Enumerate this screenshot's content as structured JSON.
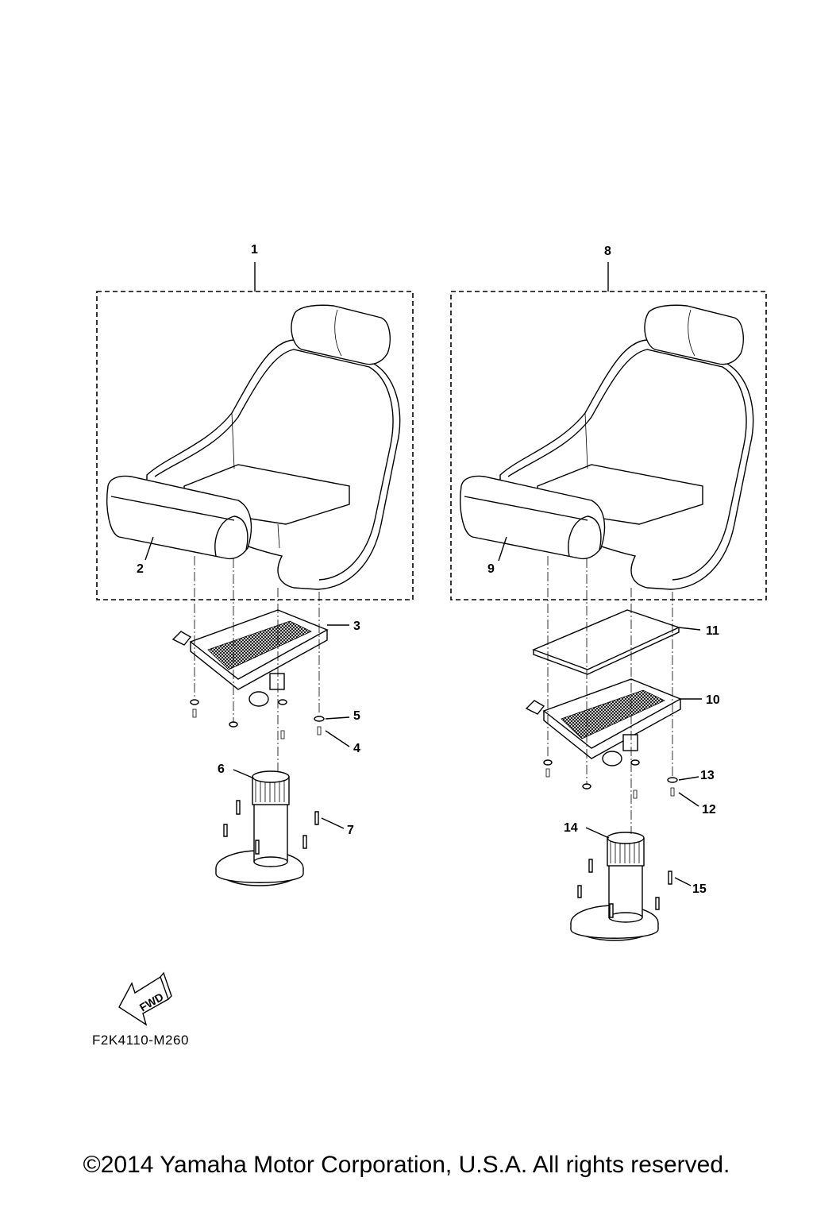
{
  "callouts": {
    "n1": "1",
    "n2": "2",
    "n3": "3",
    "n4": "4",
    "n5": "5",
    "n6": "6",
    "n7": "7",
    "n8": "8",
    "n9": "9",
    "n10": "10",
    "n11": "11",
    "n12": "12",
    "n13": "13",
    "n14": "14",
    "n15": "15"
  },
  "fwd_label": "FWD",
  "diagram_code": "F2K4110-M260",
  "copyright": "©2014 Yamaha Motor Corporation, U.S.A. All rights reserved."
}
